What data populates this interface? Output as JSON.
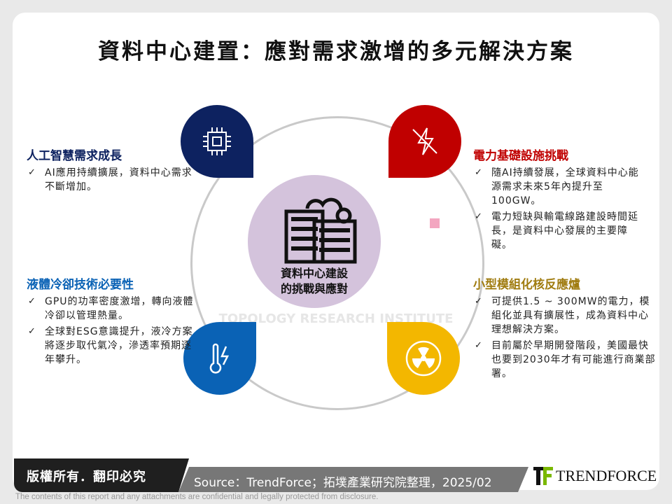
{
  "title": "資料中心建置：應對需求激增的多元解決方案",
  "center": {
    "label_line1": "資料中心建設",
    "label_line2": "的挑戰與應對",
    "icon": "data-center-server-cloud-gear-icon",
    "color": "#d4c3dc"
  },
  "watermark": "TOPOLOGY RESEARCH INSTITUTE",
  "sections": [
    {
      "title": "人工智慧需求成長",
      "color": "#0d2260",
      "icon": "cpu-chip-icon",
      "items": [
        "AI應用持續擴展，資料中心需求不斷增加。"
      ]
    },
    {
      "title": "電力基礎設施挑戰",
      "color": "#c00000",
      "icon": "power-off-icon",
      "items": [
        "隨AI持續發展，全球資料中心能源需求未來5年內提升至100GW。",
        "電力短缺與輸電線路建設時間延長，是資料中心發展的主要障礙。"
      ]
    },
    {
      "title": "液體冷卻技術必要性",
      "color": "#0a62b5",
      "icon": "thermometer-lightning-icon",
      "items": [
        "GPU的功率密度激增，轉向液體冷卻以管理熱量。",
        "全球對ESG意識提升，液冷方案將逐步取代氣冷，滲透率預期逐年攀升。"
      ]
    },
    {
      "title": "小型模組化核反應爐",
      "color": "#a07c10",
      "icon": "radiation-icon",
      "items": [
        "可提供1.5 ~ 300MW的電力，模組化並具有擴展性，成為資料中心理想解決方案。",
        "目前屬於早期開發階段，美國最快也要到2030年才有可能進行商業部署。"
      ]
    }
  ],
  "footer": {
    "copyright": "版權所有．翻印必究",
    "source": "Source：TrendForce；拓墣產業研究院整理，2025/02",
    "brand": "TrendForce",
    "disclaimer": "The contents of this report and any attachments are confidential and legally protected from disclosure."
  }
}
